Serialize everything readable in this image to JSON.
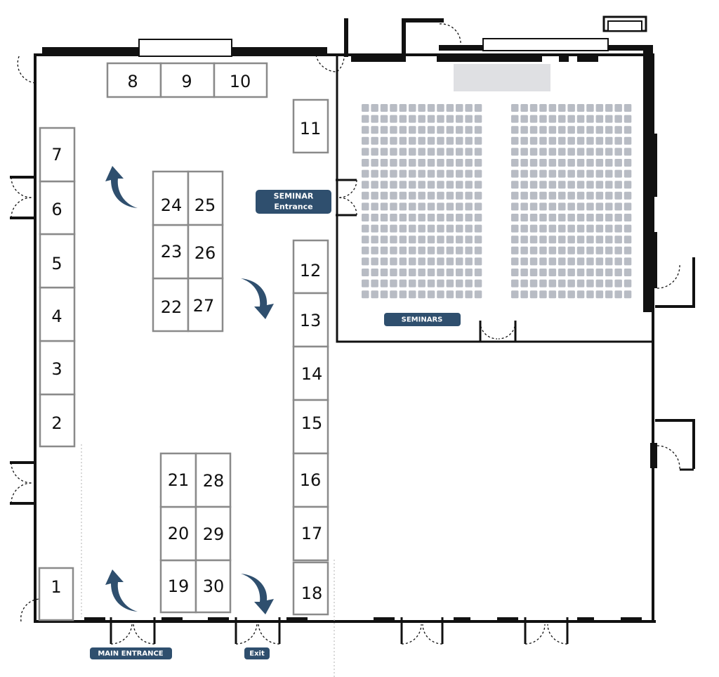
{
  "booths": [
    "1",
    "2",
    "3",
    "4",
    "5",
    "6",
    "7",
    "8",
    "9",
    "10",
    "11",
    "12",
    "13",
    "14",
    "15",
    "16",
    "17",
    "18",
    "19",
    "20",
    "21",
    "22",
    "23",
    "24",
    "25",
    "26",
    "27",
    "28",
    "29",
    "30"
  ],
  "labels": {
    "seminar_entrance_line1": "SEMINAR",
    "seminar_entrance_line2": "Entrance",
    "seminars": "SEMINARS",
    "main_entrance": "MAIN ENTRANCE",
    "exit": "Exit"
  },
  "colors": {
    "label_fill": "#2f4f6e",
    "arrow": "#2f4f6e",
    "seat": "#b8bcc4",
    "stage": "#dfe0e3",
    "wall": "#111111",
    "booth_outline": "#8a8a8a"
  },
  "seminar_room": {
    "seat_blocks": 2,
    "rows": 18,
    "seats_per_row": 13
  },
  "arrows": [
    "turn-up-left",
    "turn-down-right",
    "turn-up-left",
    "turn-down-right"
  ]
}
